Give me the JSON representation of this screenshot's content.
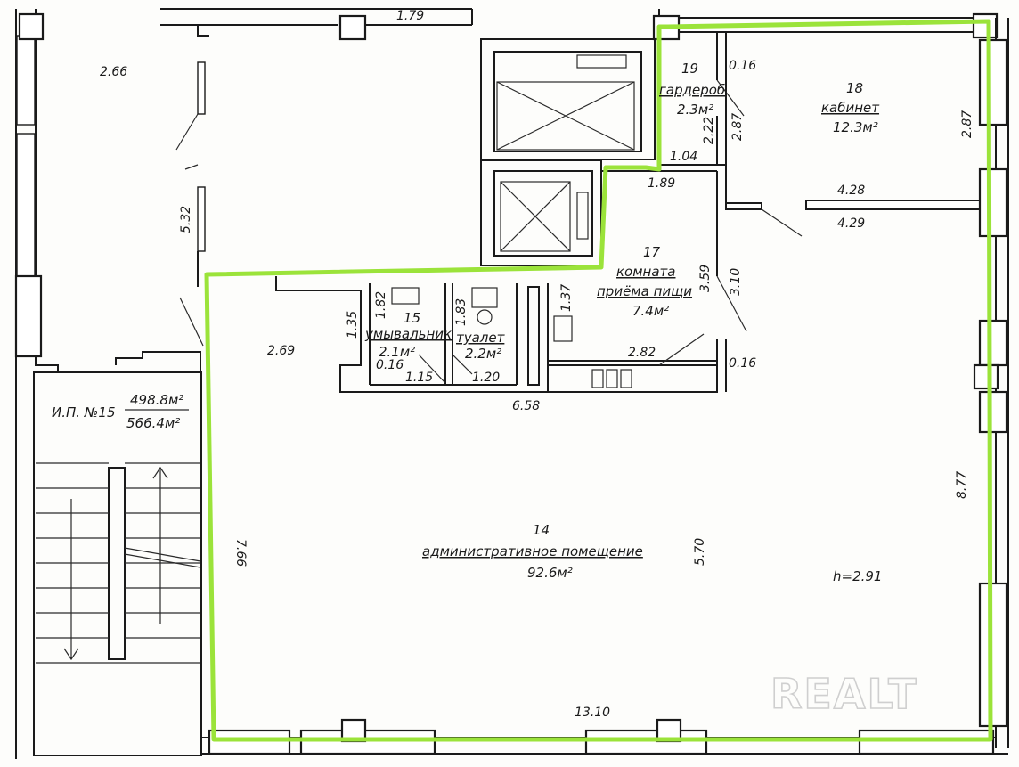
{
  "rooms": {
    "r14": {
      "number": "14",
      "name": "административное помещение",
      "area": "92.6м²"
    },
    "r15": {
      "number": "15",
      "name": "умывальник",
      "area": "2.1м²"
    },
    "r16": {
      "name": "туалет",
      "area": "2.2м²"
    },
    "r17": {
      "number": "17",
      "name_line1": "комната",
      "name_line2": "приёма пищи",
      "area": "7.4м²"
    },
    "r18": {
      "number": "18",
      "name": "кабинет",
      "area": "12.3м²"
    },
    "r19": {
      "number": "19",
      "name": "гардероб",
      "area": "2.3м²"
    }
  },
  "stair": {
    "label": "И.П. №15",
    "area_top": "498.8м²",
    "area_bottom": "566.4м²"
  },
  "height": "h=2.91",
  "dimensions": {
    "top_179": "1.79",
    "top_left_266": "2.66",
    "left_532": "5.32",
    "left_269": "2.69",
    "left_766": "7.66",
    "d_016_a": "0.16",
    "d_287_a": "2.87",
    "d_222": "2.22",
    "d_104": "1.04",
    "d_189": "1.89",
    "d_428": "4.28",
    "d_429": "4.29",
    "d_287_b": "2.87",
    "d_359": "3.59",
    "d_310": "3.10",
    "d_137": "1.37",
    "d_182": "1.82",
    "d_183": "1.83",
    "d_135": "1.35",
    "d_016_b": "0.16",
    "d_115": "1.15",
    "d_120": "1.20",
    "d_282": "2.82",
    "d_016_c": "0.16",
    "d_658": "6.58",
    "d_570": "5.70",
    "d_877": "8.77",
    "bottom_1310": "13.10"
  },
  "watermark": "REALT",
  "colors": {
    "highlight": "#9be33a",
    "walls": "#1a1a1a"
  }
}
